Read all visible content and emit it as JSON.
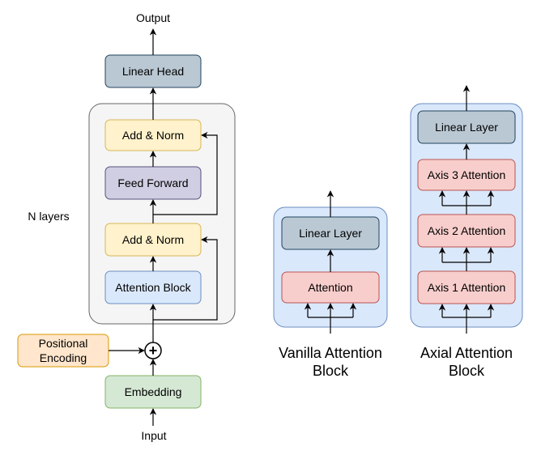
{
  "colors": {
    "gray_fill": "#f5f5f5",
    "gray_stroke": "#666666",
    "head_fill": "#bac8d3",
    "head_stroke": "#23445d",
    "norm_fill": "#fff2cc",
    "norm_stroke": "#d6b656",
    "ff_fill": "#d0cee2",
    "ff_stroke": "#56517e",
    "attn_fill": "#dae8fc",
    "attn_stroke": "#6c8ebf",
    "axis_fill": "#f8cecc",
    "axis_stroke": "#b85450",
    "pos_fill": "#ffe6cc",
    "pos_stroke": "#d79b00",
    "emb_fill": "#d5e8d4",
    "emb_stroke": "#82b366",
    "panel_fill": "#dae8fc",
    "panel_stroke": "#6c8ebf"
  },
  "transformer": {
    "output_label": "Output",
    "linear_head": "Linear Head",
    "add_norm_top": "Add & Norm",
    "feed_forward": "Feed Forward",
    "add_norm_bottom": "Add & Norm",
    "attention_block": "Attention Block",
    "n_layers_label": "N layers",
    "positional_encoding": [
      "Positional",
      "Encoding"
    ],
    "plus_symbol": "+",
    "embedding": "Embedding",
    "input_label": "Input"
  },
  "vanilla": {
    "linear_layer": "Linear Layer",
    "attention": "Attention",
    "caption": [
      "Vanilla Attention",
      "Block"
    ]
  },
  "axial": {
    "linear_layer": "Linear Layer",
    "axis3": "Axis 3 Attention",
    "axis2": "Axis 2 Attention",
    "axis1": "Axis 1 Attention",
    "caption": [
      "Axial Attention",
      "Block"
    ]
  }
}
